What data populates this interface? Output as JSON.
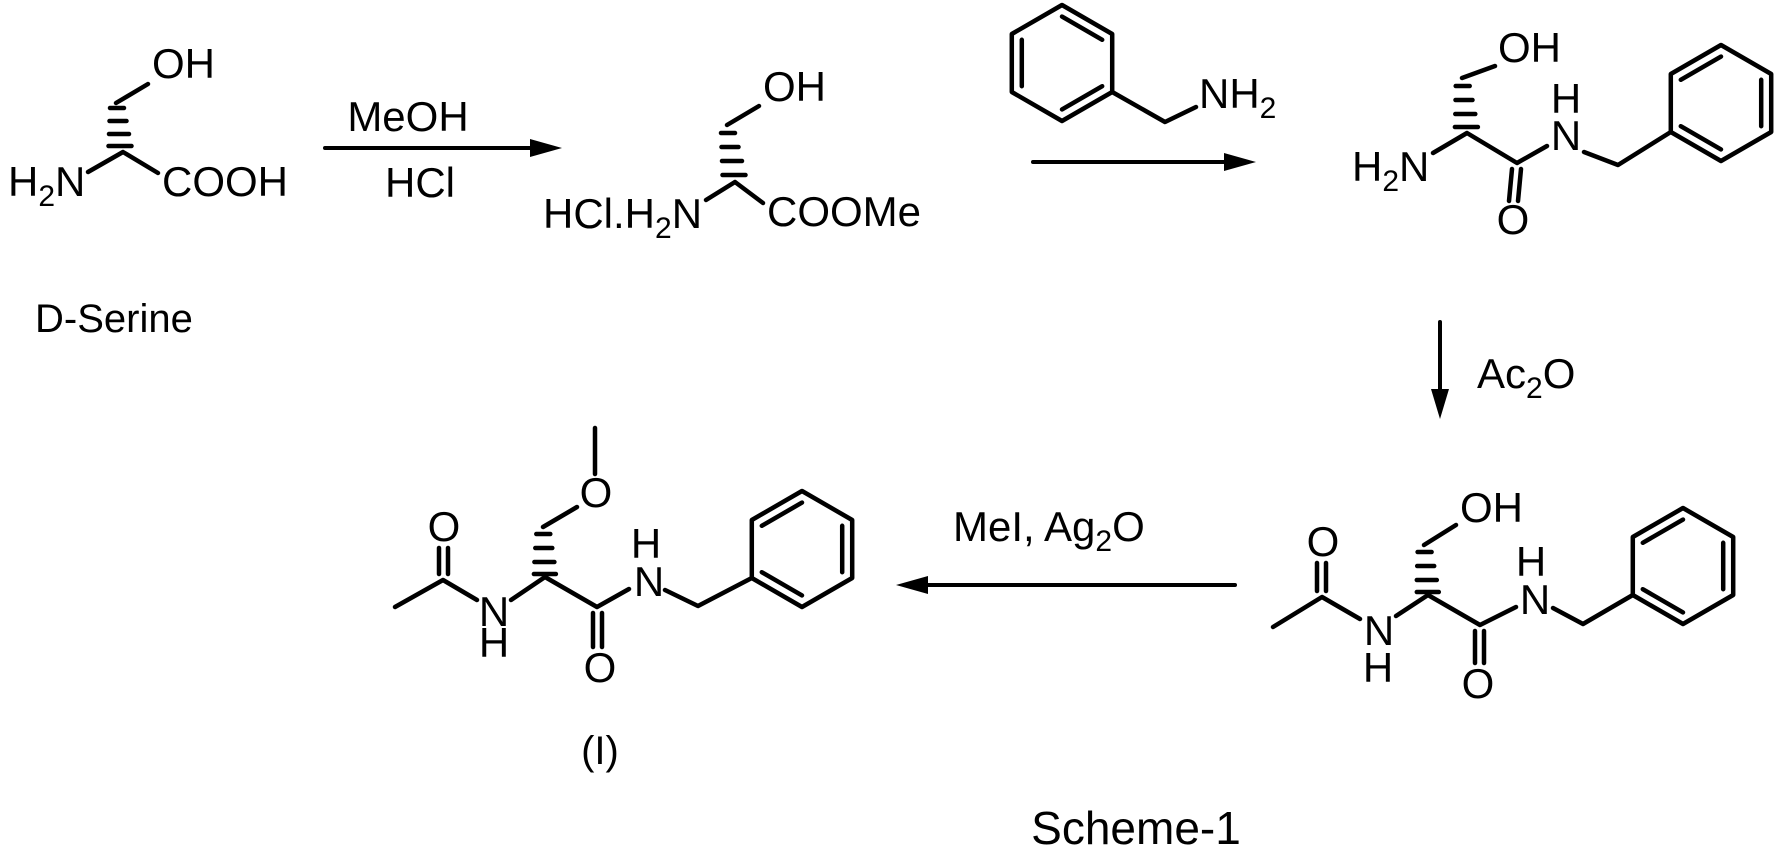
{
  "scheme": {
    "title": "Scheme-1",
    "product_tag": "(I)"
  },
  "colors": {
    "ink": "#000000",
    "background": "#ffffff"
  },
  "labels": {
    "d_serine": {
      "caption": "D-Serine",
      "hydroxyl": "OH",
      "amine_pre": "H",
      "amine_sub": "2",
      "amine_post": "N",
      "carboxyl": "COOH"
    },
    "methyl_ester": {
      "hydroxyl": "OH",
      "salt_pre": "HCl.H",
      "salt_sub": "2",
      "salt_post": "N",
      "ester": "COOMe"
    },
    "benzylamine": {
      "amine_pre": "NH",
      "amine_sub": "2"
    },
    "amino_amide": {
      "hydroxyl": "OH",
      "amine_pre": "H",
      "amine_sub": "2",
      "amine_post": "N",
      "amide_h": "H",
      "amide_n": "N",
      "carbonyl_o": "O"
    },
    "acetamido_alcohol": {
      "acetyl_o": "O",
      "acetamido_n": "N",
      "acetamido_h": "H",
      "hydroxyl": "OH",
      "amide_h": "H",
      "amide_n": "N",
      "carbonyl_o": "O"
    },
    "product": {
      "acetyl_o": "O",
      "acetamido_n": "N",
      "acetamido_h": "H",
      "ether_o": "O",
      "amide_h": "H",
      "amide_n": "N",
      "carbonyl_o": "O"
    }
  },
  "reagents": {
    "step1_top": "MeOH",
    "step1_bottom": "HCl",
    "step3_pre": "Ac",
    "step3_sub": "2",
    "step3_post": "O",
    "step4_pre": "MeI, Ag",
    "step4_sub": "2",
    "step4_post": "O"
  }
}
